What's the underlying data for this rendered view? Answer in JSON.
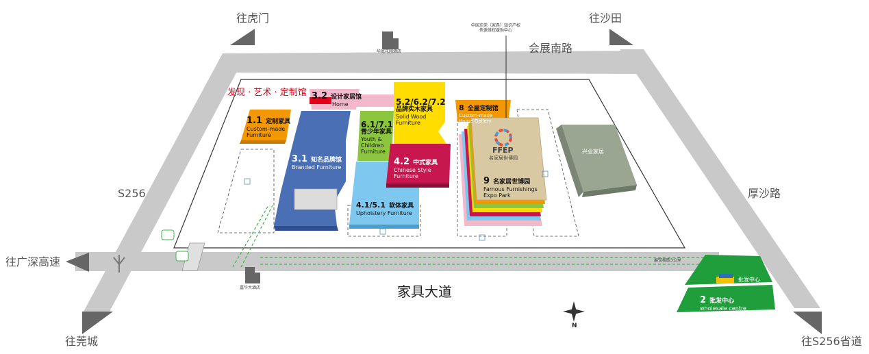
{
  "roads": {
    "north": "会展南路",
    "south": "家具大道",
    "east": "厚沙路",
    "west": "S256"
  },
  "directions": {
    "top_left": "往虎门",
    "top_right": "往沙田",
    "left": "往广深高速",
    "bottom_left": "往莞城",
    "bottom_right": "往S256省道"
  },
  "landmarks": {
    "hotel_top": "华庭花园酒店",
    "hotel_bottom": "嘉华大酒店",
    "ip_center": "中国东莞（家具）知识产权\n快速维权援助中心",
    "distance_note": "展馆相距3公里"
  },
  "discover_label": "发现 · 艺术 · 定制馆",
  "halls": [
    {
      "id": "1.1",
      "cn": "定制家具",
      "en": "Custom-made\nFurniture",
      "color": "#f39800"
    },
    {
      "id": "3.2",
      "cn": "设计家居馆",
      "en": "Home",
      "color": "#f4b8cc"
    },
    {
      "id": "3.1",
      "cn": "知名品牌馆",
      "en": "Branded Furniture",
      "color": "#4a6fb5"
    },
    {
      "id": "6.1/7.1",
      "cn": "青少年家具",
      "en": "Youth &\nChildren\nFurniture",
      "color": "#8cc63f"
    },
    {
      "id": "5.2/6.2/7.2",
      "cn": "品牌实木家具",
      "en": "Solid Wood\nFurniture",
      "color": "#ffdd00"
    },
    {
      "id": "4.2",
      "cn": "中式家具",
      "en": "Chinese Style\nFurniture",
      "color": "#c8174f"
    },
    {
      "id": "4.1/5.1",
      "cn": "软体家具",
      "en": "Upholstery Furniture",
      "color": "#7ec8ef"
    },
    {
      "id": "8",
      "cn": "全屋定制馆",
      "en": "Custom-made\nHome Gallery",
      "color": "#f39800"
    },
    {
      "id": "9",
      "cn": "名家居世博园",
      "en": "Famous Furnishings\nExpo Park",
      "color": "#d9c9a3"
    },
    {
      "id": "2",
      "cn": "批发中心",
      "en": "wholesale centre",
      "color": "#1f9e3b"
    }
  ],
  "ffep": {
    "logo": "FFEP",
    "cn": "名家居世博园"
  },
  "xingye": "兴业家居",
  "wholesale_tag": "批发中心",
  "compass": "N",
  "colors": {
    "road": "#c8c8c8",
    "venue_line": "#333333",
    "green_path": "#3cb54a"
  }
}
